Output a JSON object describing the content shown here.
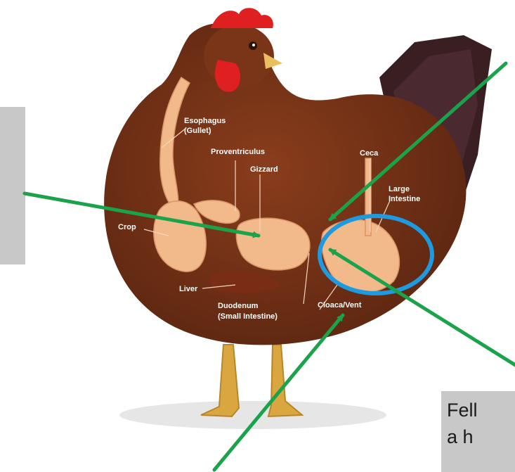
{
  "labels": {
    "esophagus": "Esophagus",
    "gullet": "(Gullet)",
    "proventriculus": "Proventriculus",
    "gizzard": "Gizzard",
    "ceca": "Ceca",
    "large": "Large",
    "intestine": "Intestine",
    "crop": "Crop",
    "liver": "Liver",
    "duodenum": "Duodenum",
    "small_intestine": "(Small Intestine)",
    "cloaca_vent": "Cloaca/Vent"
  },
  "caption": {
    "line1": "Fell",
    "line2": "a h"
  },
  "colors": {
    "arrow": "#1aa34a",
    "circle": "#1e9be0",
    "body": "#7a3418",
    "organ": "#f2b98a",
    "box": "#c8c8c8"
  }
}
